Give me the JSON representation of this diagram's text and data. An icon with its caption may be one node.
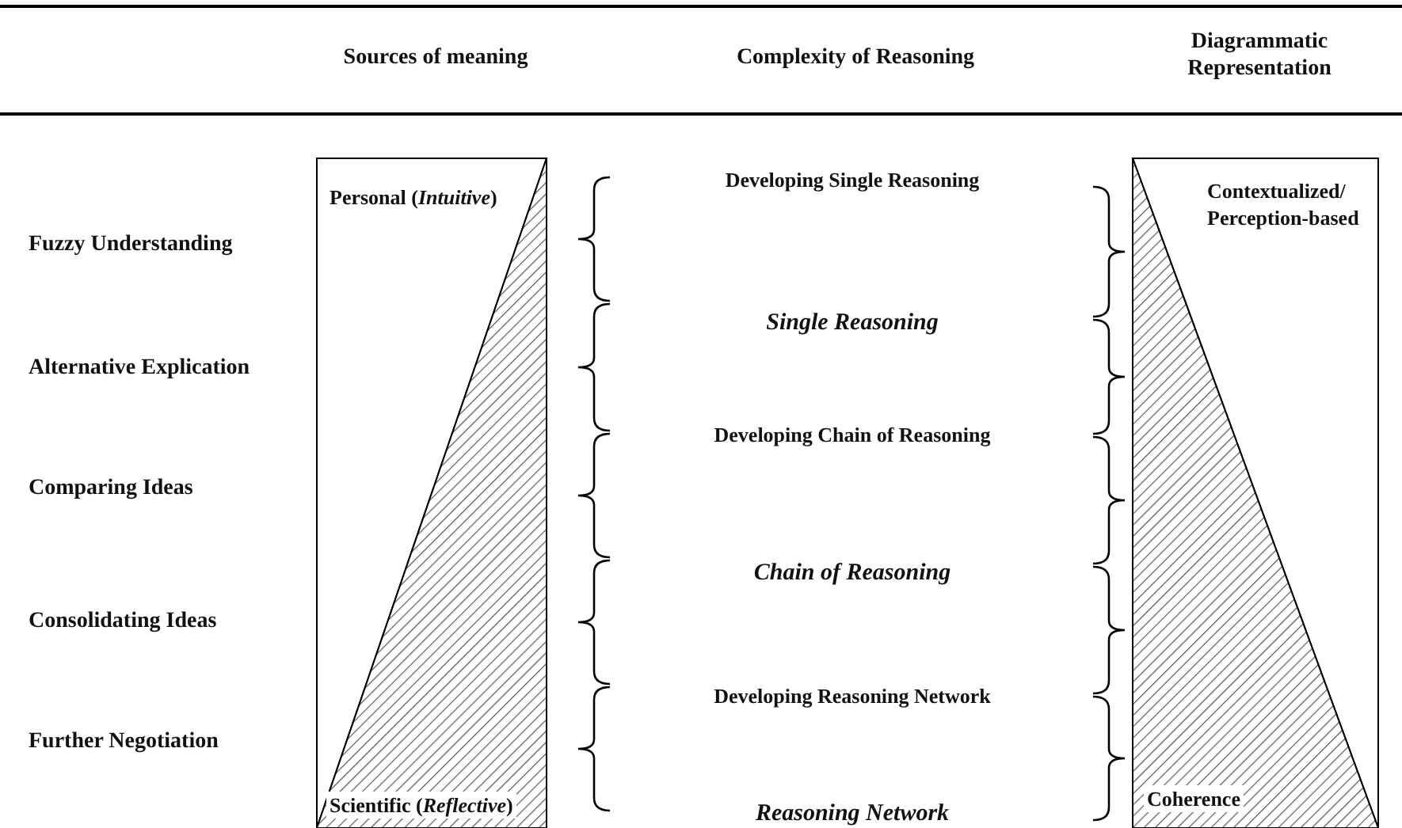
{
  "diagram": {
    "labels": [
      "Sources of meaning",
      "Complexity of Reasoning",
      "Diagrammatic Representation",
      "Fuzzy Understanding",
      "Alternative Explication",
      "Comparing Ideas",
      "Consolidating Ideas",
      "Further Negotiation",
      "Personal (*Intuitive*)",
      "Scientific (*Reflective*)",
      "Developing Single Reasoning",
      "Single Reasoning",
      "Developing Chain of Reasoning",
      "Chain of Reasoning",
      "Developing Reasoning Network",
      "Reasoning Network",
      "Contextualized/ Perception-based",
      "Coherence"
    ]
  }
}
